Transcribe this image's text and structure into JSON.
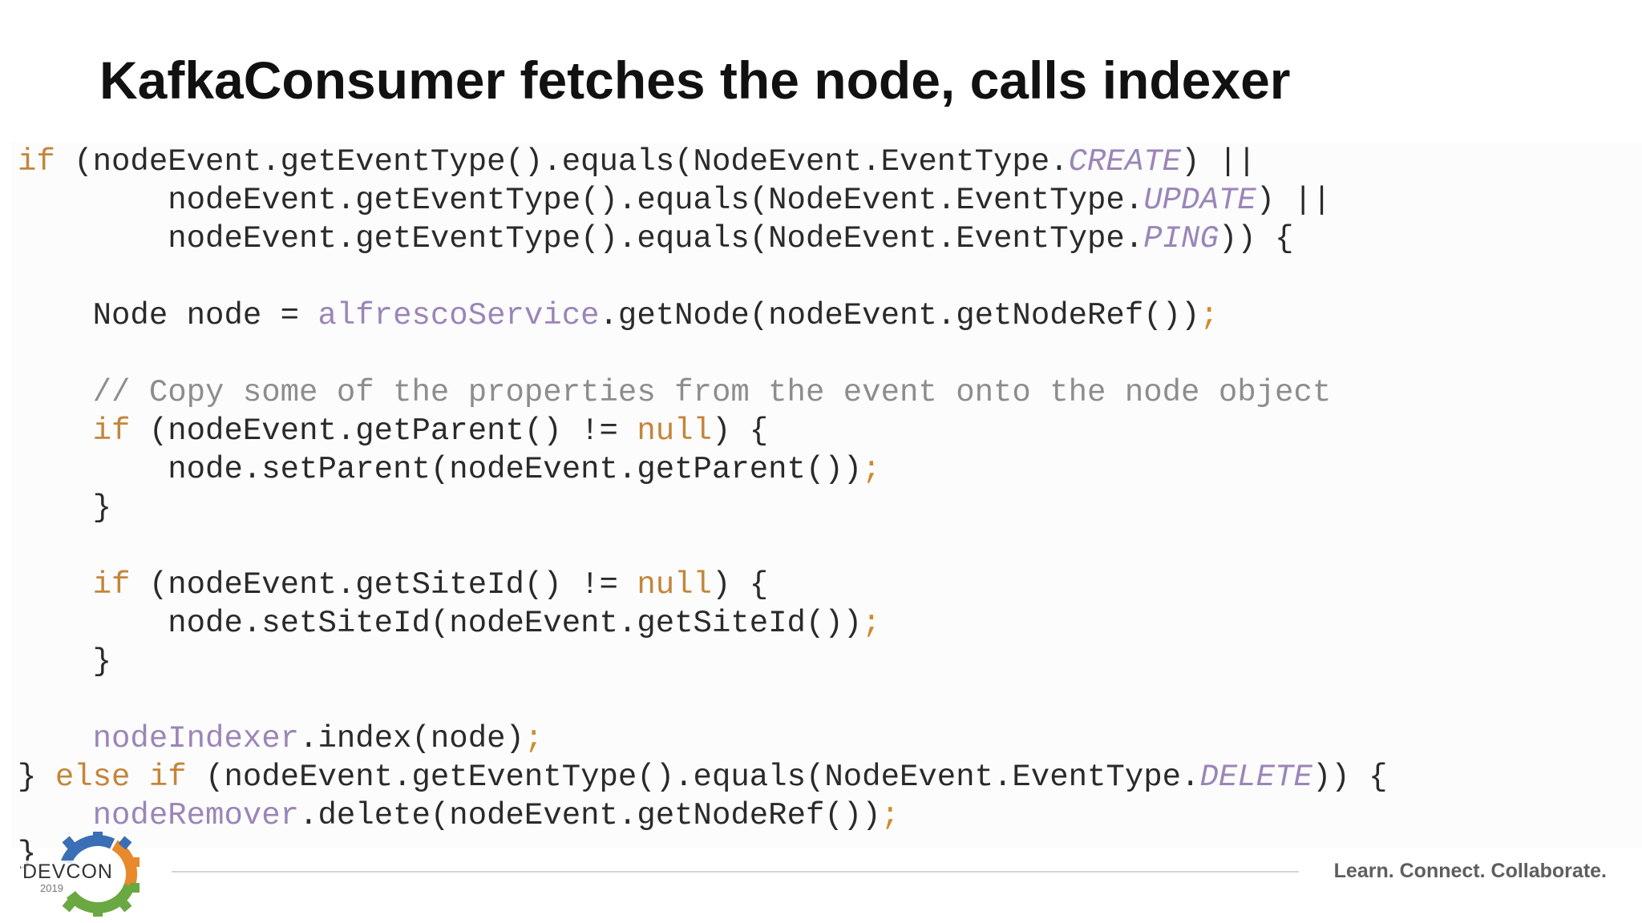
{
  "title": "KafkaConsumer fetches the node, calls indexer",
  "code": {
    "line1": {
      "kw_if": "if",
      "a": " (nodeEvent.getEventType().equals(NodeEvent.EventType.",
      "const": "CREATE",
      "b": ") ||"
    },
    "line2": {
      "a": "        nodeEvent.getEventType().equals(NodeEvent.EventType.",
      "const": "UPDATE",
      "b": ") ||"
    },
    "line3": {
      "a": "        nodeEvent.getEventType().equals(NodeEvent.EventType.",
      "const": "PING",
      "b": ")) {"
    },
    "line5": {
      "a": "    Node node = ",
      "field": "alfrescoService",
      "b": ".getNode(nodeEvent.getNodeRef())",
      "semi": ";"
    },
    "line7": {
      "comment": "    // Copy some of the properties from the event onto the node object"
    },
    "line8": {
      "indent": "    ",
      "kw_if": "if",
      "a": " (nodeEvent.getParent() != ",
      "kw_null": "null",
      "b": ") {"
    },
    "line9": {
      "a": "        node.setParent(nodeEvent.getParent())",
      "semi": ";"
    },
    "line10": {
      "a": "    }"
    },
    "line12": {
      "indent": "    ",
      "kw_if": "if",
      "a": " (nodeEvent.getSiteId() != ",
      "kw_null": "null",
      "b": ") {"
    },
    "line13": {
      "a": "        node.setSiteId(nodeEvent.getSiteId())",
      "semi": ";"
    },
    "line14": {
      "a": "    }"
    },
    "line16": {
      "indent": "    ",
      "field": "nodeIndexer",
      "b": ".index(node)",
      "semi": ";"
    },
    "line17": {
      "a": "} ",
      "kw_else_if": "else if",
      "b": " (nodeEvent.getEventType().equals(NodeEvent.EventType.",
      "const": "DELETE",
      "c": ")) {"
    },
    "line18": {
      "indent": "    ",
      "field": "nodeRemover",
      "b": ".delete(nodeEvent.getNodeRef())",
      "semi": ";"
    },
    "line19": {
      "a": "}"
    }
  },
  "footer": {
    "tagline": "Learn. Connect. Collaborate.",
    "logo_text": "DEVCON",
    "logo_year": "2019"
  },
  "colors": {
    "keyword": "#c4853a",
    "constant": "#9b85b8",
    "comment": "#8d8d8d",
    "text": "#2a2a2a",
    "logo_blue": "#3a6fb5",
    "logo_orange": "#e8892b",
    "logo_green": "#6aa842"
  }
}
